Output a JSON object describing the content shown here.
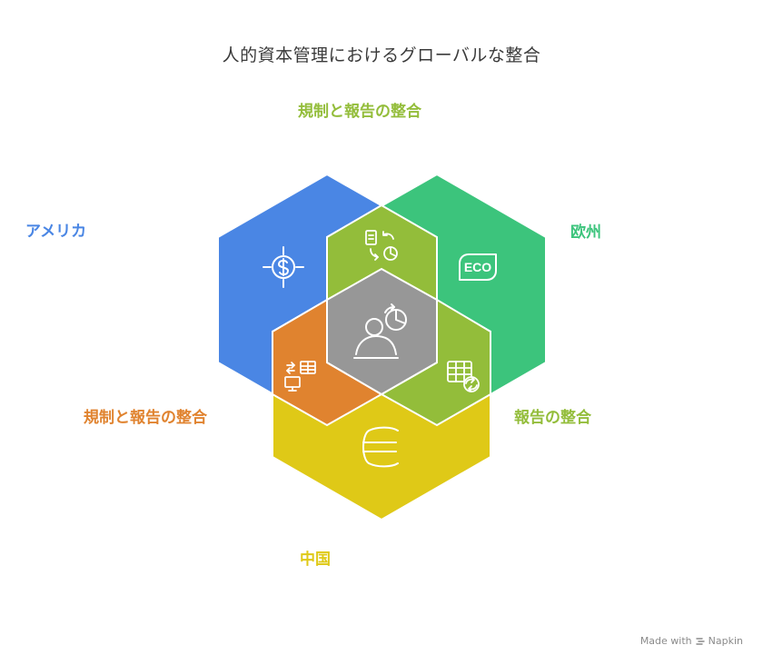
{
  "title": "人的資本管理におけるグローバルな整合",
  "regions": [
    {
      "id": "america",
      "label": "アメリカ",
      "color": "#4a86e4",
      "icon": "dollar-target-icon"
    },
    {
      "id": "europe",
      "label": "欧州",
      "color": "#3cc47c",
      "icon": "eco-icon"
    },
    {
      "id": "china",
      "label": "中国",
      "color": "#dfc917",
      "icon": "euro-icon"
    }
  ],
  "overlaps": [
    {
      "id": "america-europe",
      "label": "規制と報告の整合",
      "color": "#93bd3a",
      "icon": "document-chart-icon"
    },
    {
      "id": "europe-china",
      "label": "報告の整合",
      "color": "#93bd3a",
      "icon": "spreadsheet-refresh-icon"
    },
    {
      "id": "america-china",
      "label": "規制と報告の整合",
      "color": "#e0832f",
      "icon": "monitor-table-icon"
    },
    {
      "id": "center",
      "label": "",
      "color": "#979797",
      "icon": "person-chart-icon"
    }
  ],
  "footer": {
    "made_with": "Made with",
    "brand": "Napkin"
  }
}
